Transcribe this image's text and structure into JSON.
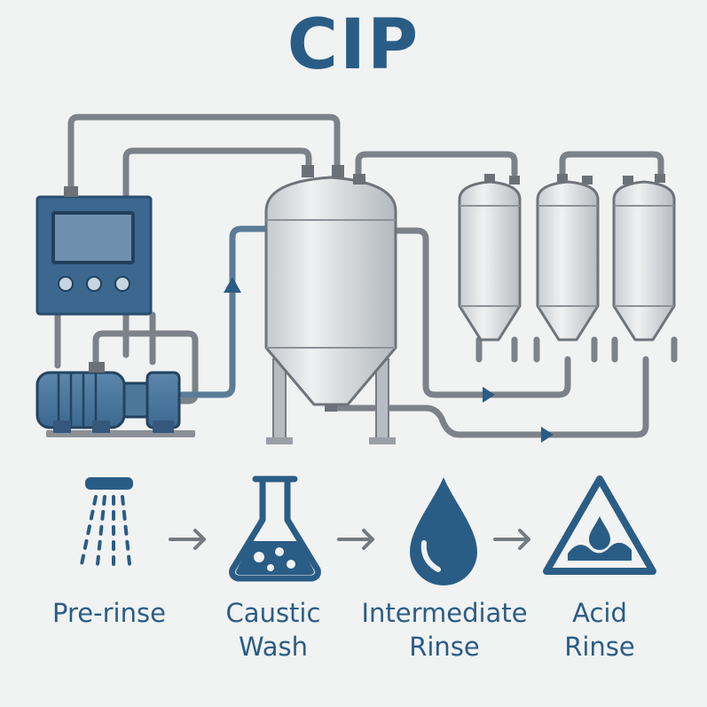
{
  "title": "CIP",
  "colors": {
    "primary": "#2a5d86",
    "pipe": "#7c8288",
    "steel_light": "#d6dadd",
    "steel_mid": "#b8bec3",
    "background": "#f1f2f2"
  },
  "steps": [
    {
      "id": "pre-rinse",
      "icon": "spray-nozzle-icon",
      "lines": [
        "Pre-rinse"
      ]
    },
    {
      "id": "caustic-wash",
      "icon": "flask-icon",
      "lines": [
        "Caustic",
        "Wash"
      ]
    },
    {
      "id": "intermediate-rinse",
      "icon": "water-drop-icon",
      "lines": [
        "Intermediate",
        "Rinse"
      ]
    },
    {
      "id": "acid-rinse",
      "icon": "acid-warning-icon",
      "lines": [
        "Acid",
        "Rinse"
      ]
    }
  ]
}
